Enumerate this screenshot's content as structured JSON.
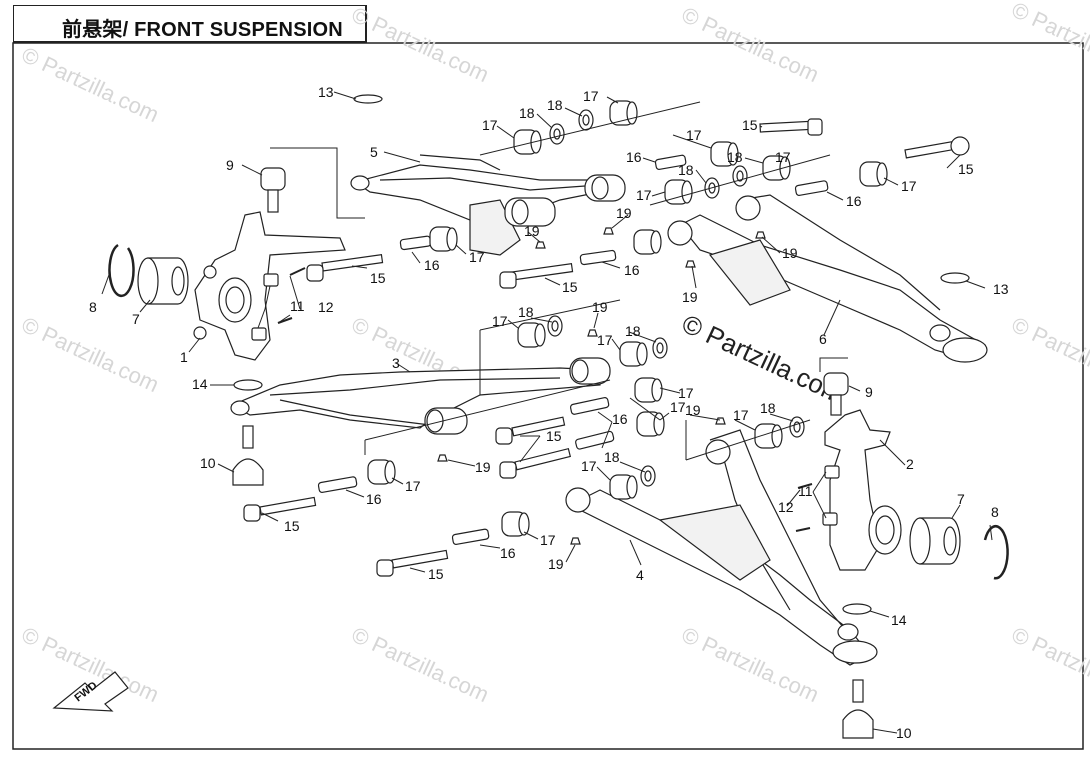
{
  "title": "前悬架/ FRONT SUSPENSION",
  "watermark": {
    "text": "© Partzilla.com",
    "center_text": "© Partzilla.com"
  },
  "fwd_label": "FWD",
  "callouts": {
    "c1": "1",
    "c2": "2",
    "c3": "3",
    "c4": "4",
    "c5": "5",
    "c6": "6",
    "c7a": "7",
    "c7b": "7",
    "c8a": "8",
    "c8b": "8",
    "c9a": "9",
    "c9b": "9",
    "c10a": "10",
    "c10b": "10",
    "c11a": "11",
    "c11b": "11",
    "c12a": "12",
    "c12b": "12",
    "c13a": "13",
    "c13b": "13",
    "c14a": "14",
    "c14b": "14",
    "c15a": "15",
    "c15b": "15",
    "c15c": "15",
    "c15d": "15",
    "c15e": "15",
    "c15f": "15",
    "c15g": "15",
    "c16a": "16",
    "c16b": "16",
    "c16c": "16",
    "c16d": "16",
    "c16e": "16",
    "c16f": "16",
    "c16g": "16",
    "c16h": "16",
    "c17a": "17",
    "c17b": "17",
    "c17c": "17",
    "c17d": "17",
    "c17e": "17",
    "c17f": "17",
    "c17g": "17",
    "c17h": "17",
    "c17i": "17",
    "c17j": "17",
    "c17k": "17",
    "c17l": "17",
    "c17m": "17",
    "c17n": "17",
    "c17o": "17",
    "c17p": "17",
    "c18a": "18",
    "c18b": "18",
    "c18c": "18",
    "c18d": "18",
    "c18e": "18",
    "c18f": "18",
    "c18g": "18",
    "c19a": "19",
    "c19b": "19",
    "c19c": "19",
    "c19d": "19",
    "c19e": "19",
    "c19f": "19",
    "c19g": "19",
    "c19h": "19",
    "c19i": "19"
  }
}
